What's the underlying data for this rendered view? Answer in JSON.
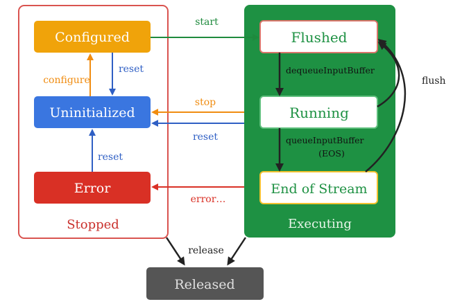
{
  "states": {
    "configured": "Configured",
    "uninitialized": "Uninitialized",
    "error": "Error",
    "flushed": "Flushed",
    "running": "Running",
    "end_of_stream": "End of Stream",
    "released": "Released"
  },
  "groups": {
    "stopped": "Stopped",
    "executing": "Executing"
  },
  "transitions": {
    "start": "start",
    "stop": "stop",
    "reset_from_executing": "reset",
    "error": "error…",
    "configure": "configure",
    "reset_configured": "reset",
    "reset_error": "reset",
    "dequeue": "dequeueInputBuffer",
    "queue": "queueInputBuffer",
    "eos": "(EOS)",
    "flush": "flush",
    "release": "release"
  },
  "colors": {
    "stopped_border": "#d9534f",
    "stopped_text": "#c9302c",
    "executing_bg": "#1e9143",
    "configured": "#f0a30a",
    "uninitialized": "#3a76e0",
    "error": "#d93025",
    "released": "#555555",
    "flushed_border": "#d9756a",
    "eos_border": "#f2c12e",
    "green_text": "#1e9143",
    "arrow_green": "#1e8a3d",
    "arrow_orange": "#f08c10",
    "arrow_blue": "#2f5fc4",
    "arrow_red": "#d93025",
    "arrow_dark": "#222222"
  }
}
